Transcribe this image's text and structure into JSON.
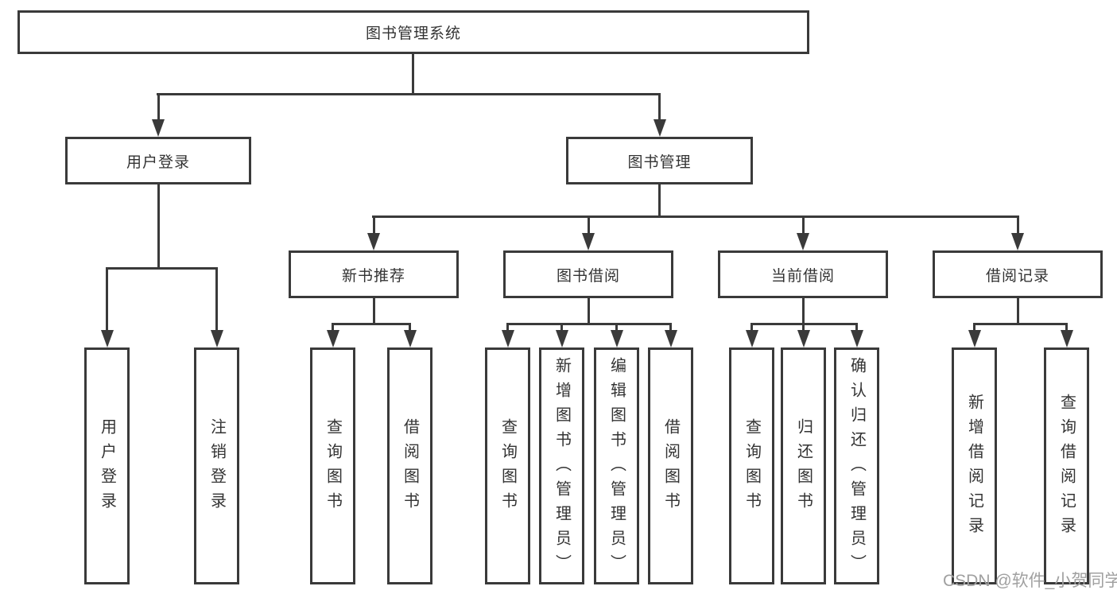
{
  "colors": {
    "line": "#3a3a3a",
    "text": "#333333",
    "watermark": "#a0a0a0",
    "bg": "#ffffff"
  },
  "root": {
    "label": "图书管理系统"
  },
  "branches": [
    {
      "label": "用户登录",
      "leaves": [
        {
          "label": "用户登录"
        },
        {
          "label": "注销登录"
        }
      ]
    },
    {
      "label": "图书管理",
      "children": [
        {
          "label": "新书推荐",
          "leaves": [
            {
              "label": "查询图书"
            },
            {
              "label": "借阅图书"
            }
          ]
        },
        {
          "label": "图书借阅",
          "leaves": [
            {
              "label": "查询图书"
            },
            {
              "label": "新增图书（管理员）"
            },
            {
              "label": "编辑图书（管理员）"
            },
            {
              "label": "借阅图书"
            }
          ]
        },
        {
          "label": "当前借阅",
          "leaves": [
            {
              "label": "查询图书"
            },
            {
              "label": "归还图书"
            },
            {
              "label": "确认归还（管理员）"
            }
          ]
        },
        {
          "label": "借阅记录",
          "leaves": [
            {
              "label": "新增借阅记录"
            },
            {
              "label": "查询借阅记录"
            }
          ]
        }
      ]
    }
  ],
  "watermark": {
    "text": "CSDN @软件_小贺同学"
  }
}
